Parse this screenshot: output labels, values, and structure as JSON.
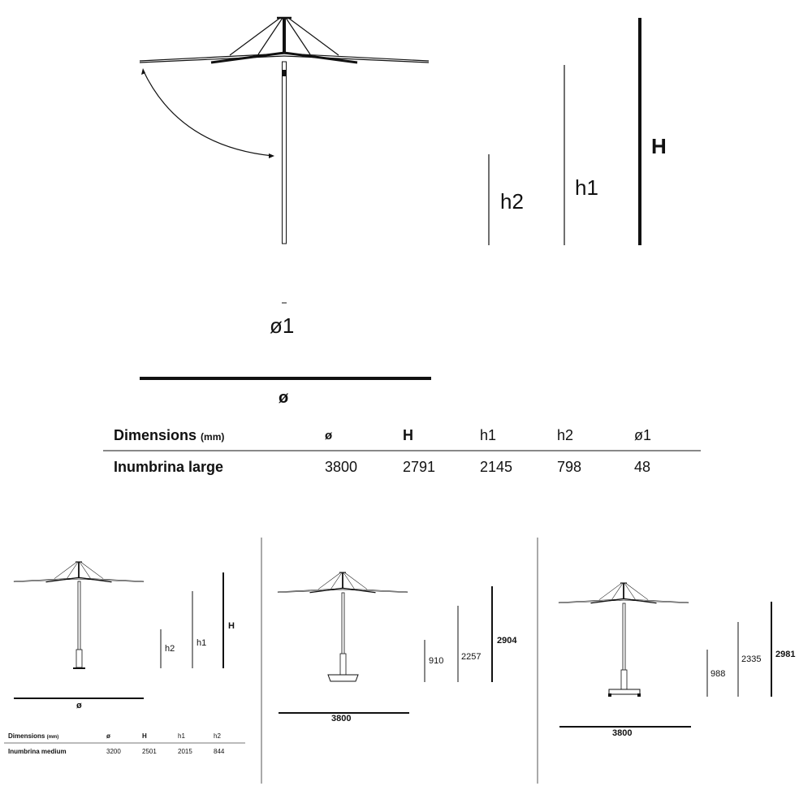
{
  "large": {
    "labels": {
      "h2": "h2",
      "h1": "h1",
      "H": "H",
      "d1": "ø1",
      "d": "ø"
    },
    "table": {
      "title": "Dimensions",
      "unit": "(mm)",
      "headers": [
        "ø",
        "H",
        "h1",
        "h2",
        "ø1"
      ],
      "row": {
        "name": "Inumbrina large",
        "values": [
          "3800",
          "2791",
          "2145",
          "798",
          "48"
        ]
      }
    }
  },
  "medium": {
    "labels": {
      "h2": "h2",
      "h1": "h1",
      "H": "H",
      "d": "ø"
    },
    "table": {
      "title": "Dimensions",
      "unit": "(mm)",
      "headers": [
        "ø",
        "H",
        "h1",
        "h2"
      ],
      "row": {
        "name": "Inumbrina medium",
        "values": [
          "3200",
          "2501",
          "2015",
          "844"
        ]
      }
    }
  },
  "variant_base": {
    "h2": "910",
    "h1": "2257",
    "H": "2904",
    "d": "3800"
  },
  "variant_stand": {
    "h2": "988",
    "h1": "2335",
    "H": "2981",
    "d": "3800"
  }
}
